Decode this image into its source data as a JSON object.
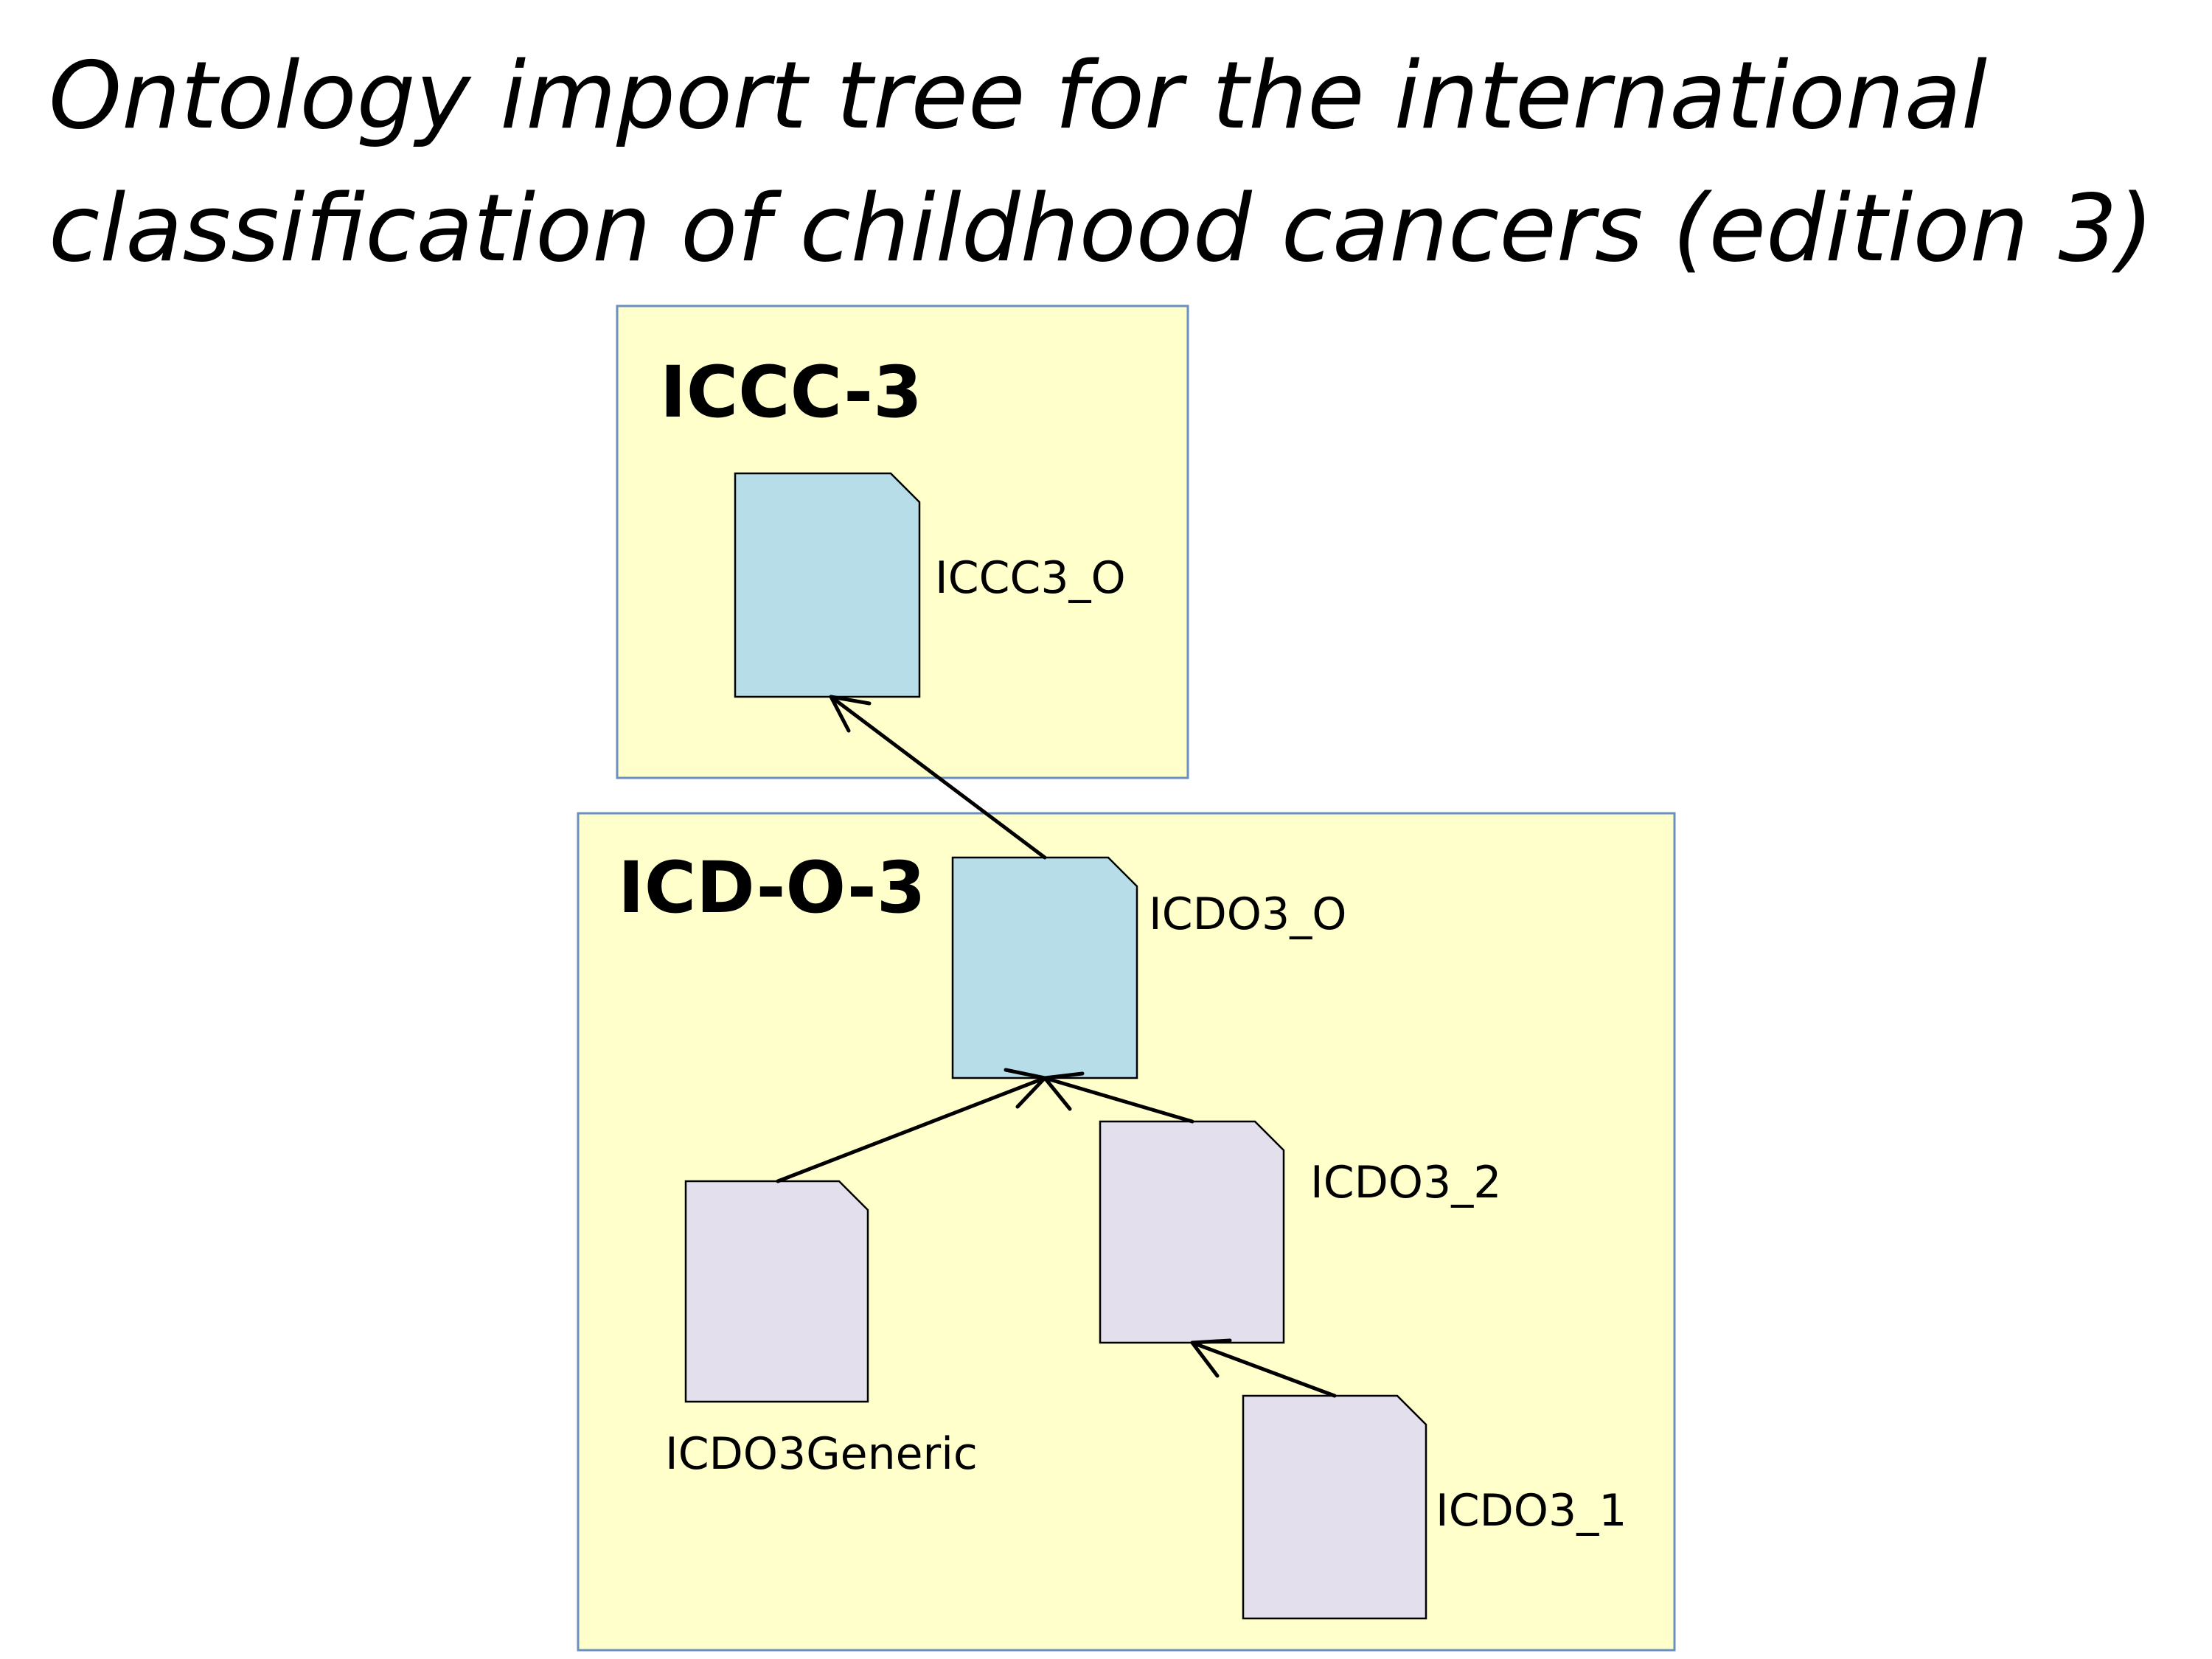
{
  "title": {
    "line1": "Ontology import tree for the international",
    "line2": "classification of childhood cancers (edition 3)"
  },
  "colors": {
    "package_fill": "#ffffcc",
    "package_border": "#6b8fbf",
    "ontology_fill_blue": "#b7dde8",
    "ontology_fill_lavender": "#e4dfec",
    "stroke": "#000000"
  },
  "packages": {
    "iccc3": {
      "label": "ICCC-3"
    },
    "icdo3": {
      "label": "ICD-O-3"
    }
  },
  "ontologies": {
    "iccc3_o": {
      "label": "ICCC3_O"
    },
    "icdo3_o": {
      "label": "ICDO3_O"
    },
    "icdo3generic": {
      "label": "ICDO3Generic"
    },
    "icdo3_2": {
      "label": "ICDO3_2"
    },
    "icdo3_1": {
      "label": "ICDO3_1"
    }
  },
  "imports": [
    {
      "from": "icdo3_o",
      "to": "iccc3_o"
    },
    {
      "from": "icdo3generic",
      "to": "icdo3_o"
    },
    {
      "from": "icdo3_2",
      "to": "icdo3_o"
    },
    {
      "from": "icdo3_1",
      "to": "icdo3_2"
    }
  ]
}
